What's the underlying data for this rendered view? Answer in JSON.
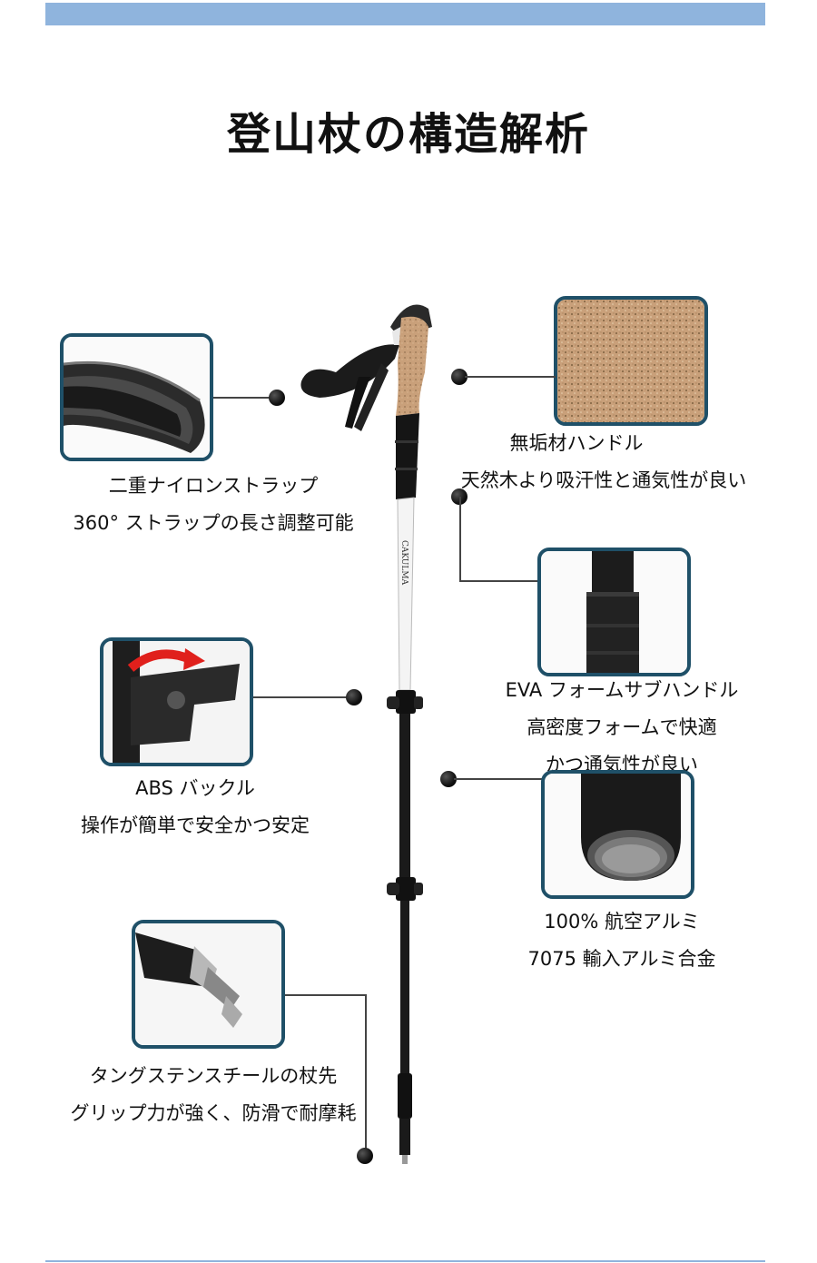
{
  "title": "登山杖の構造解析",
  "features": {
    "strap": {
      "line1": "二重ナイロンストラップ",
      "line2": "360° ストラップの長さ調整可能"
    },
    "handle": {
      "line1": "無垢材ハンドル",
      "line2": "天然木より吸汗性と通気性が良い"
    },
    "sub_handle": {
      "line1": "EVA フォームサブハンドル",
      "line2": "高密度フォームで快適",
      "line3": "かつ通気性が良い"
    },
    "buckle": {
      "line1": "ABS バックル",
      "line2": "操作が簡単で安全かつ安定"
    },
    "aluminum": {
      "line1": "100% 航空アルミ",
      "line2": "7075 輸入アルミ合金"
    },
    "tip": {
      "line1": "タングステンスチールの杖先",
      "line2": "グリップ力が強く、防滑で耐摩耗"
    }
  },
  "pole_brand_text": "CAKULMA",
  "colors": {
    "frame": "#1f5068",
    "top_bar": "#8fb4dd",
    "cork": "#c9a07a",
    "buckle_arrow": "#e0201c"
  }
}
